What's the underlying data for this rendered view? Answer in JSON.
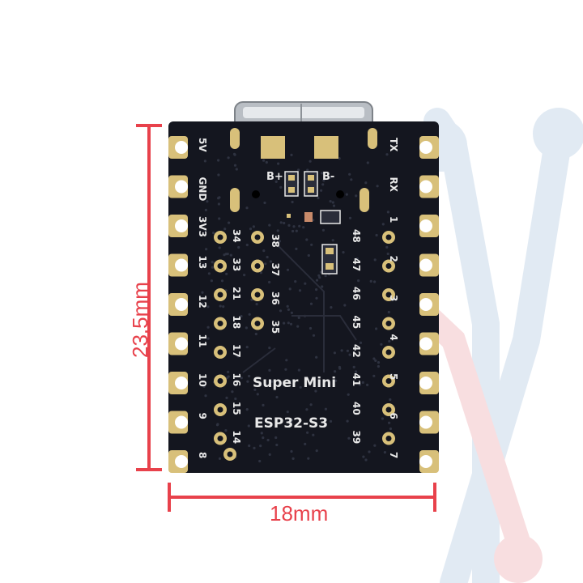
{
  "board": {
    "title_line1": "Super Mini",
    "title_line2": "ESP32-S3",
    "left_pins": [
      "5V",
      "GND",
      "3V3",
      "13",
      "12",
      "11",
      "10",
      "9",
      "8"
    ],
    "right_pins": [
      "TX",
      "RX",
      "1",
      "2",
      "3",
      "4",
      "5",
      "6",
      "7"
    ],
    "inner_left_column": [
      "34",
      "33",
      "21",
      "18",
      "17",
      "16",
      "15",
      "14"
    ],
    "inner_mid_column": [
      "38",
      "37",
      "36",
      "35"
    ],
    "inner_right_column": [
      "48",
      "47",
      "46",
      "45",
      "42",
      "41",
      "40",
      "39"
    ],
    "battery_plus": "B+",
    "battery_minus": "B-",
    "pcb_color": "#14161f",
    "pad_color": "#d8c07a"
  },
  "dimensions": {
    "height_label": "23.5mm",
    "width_label": "18mm",
    "line_color": "#e8414b"
  }
}
